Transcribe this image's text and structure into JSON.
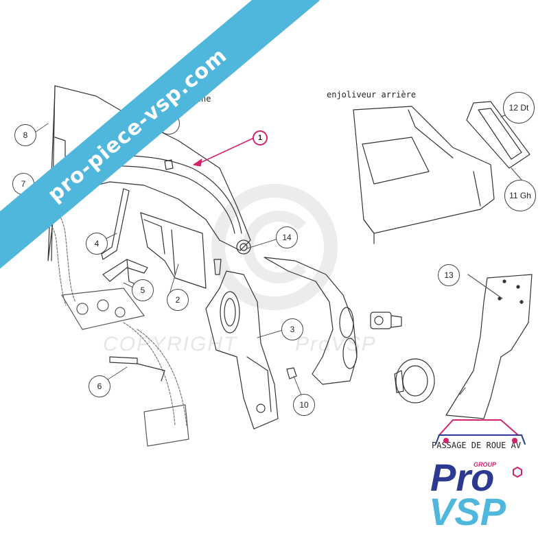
{
  "watermark_banner": "pro-piece-vsp.com",
  "watermark_copyright": "COPYRIGHT",
  "watermark_brand": "ProVSP",
  "labels": {
    "side": "côté gauche",
    "rear_trim": "enjoliveur arrière",
    "wheel_arch": "PASSAGE DE ROUE AV"
  },
  "callouts": {
    "c1": "1",
    "c2": "2",
    "c3": "3",
    "c4": "4",
    "c5": "5",
    "c6": "6",
    "c7": "7",
    "c8": "8",
    "c9": "9",
    "c10": "10",
    "c11": "11 Gh",
    "c12": "12 Dt",
    "c13": "13",
    "c14": "14"
  },
  "logo": {
    "group": "GROUP",
    "line1": "Pro",
    "line2": "VSP"
  },
  "colors": {
    "banner": "#4fb6dc",
    "accent": "#d0246c",
    "logo_navy": "#2b3990",
    "logo_blue": "#4fb6dc"
  }
}
